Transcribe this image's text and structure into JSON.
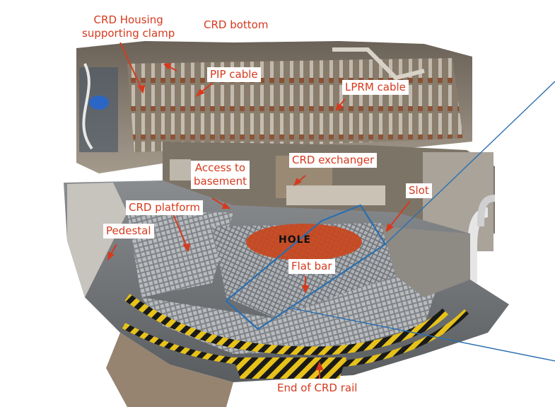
{
  "labels": {
    "crd_housing_clamp_line1": "CRD Housing",
    "crd_housing_clamp_line2": "supporting clamp",
    "crd_bottom": "CRD bottom",
    "pip_cable": "PIP cable",
    "lprm_cable": "LPRM cable",
    "access_line1": "Access to",
    "access_line2": "basement",
    "crd_exchanger": "CRD exchanger",
    "slot": "Slot",
    "crd_platform": "CRD platform",
    "pedestal": "Pedestal",
    "hole": "HOLE",
    "flat_bar": "Flat bar",
    "end_of_crd_rail": "End of CRD rail"
  },
  "colors": {
    "label_text": "#d63a1e",
    "arrow": "#d63a1e",
    "highlight_outline": "#2a6fb0",
    "hole_fill": "#c8461e",
    "hazard_yellow": "#e6c21a",
    "hazard_black": "#1a1a1a"
  }
}
